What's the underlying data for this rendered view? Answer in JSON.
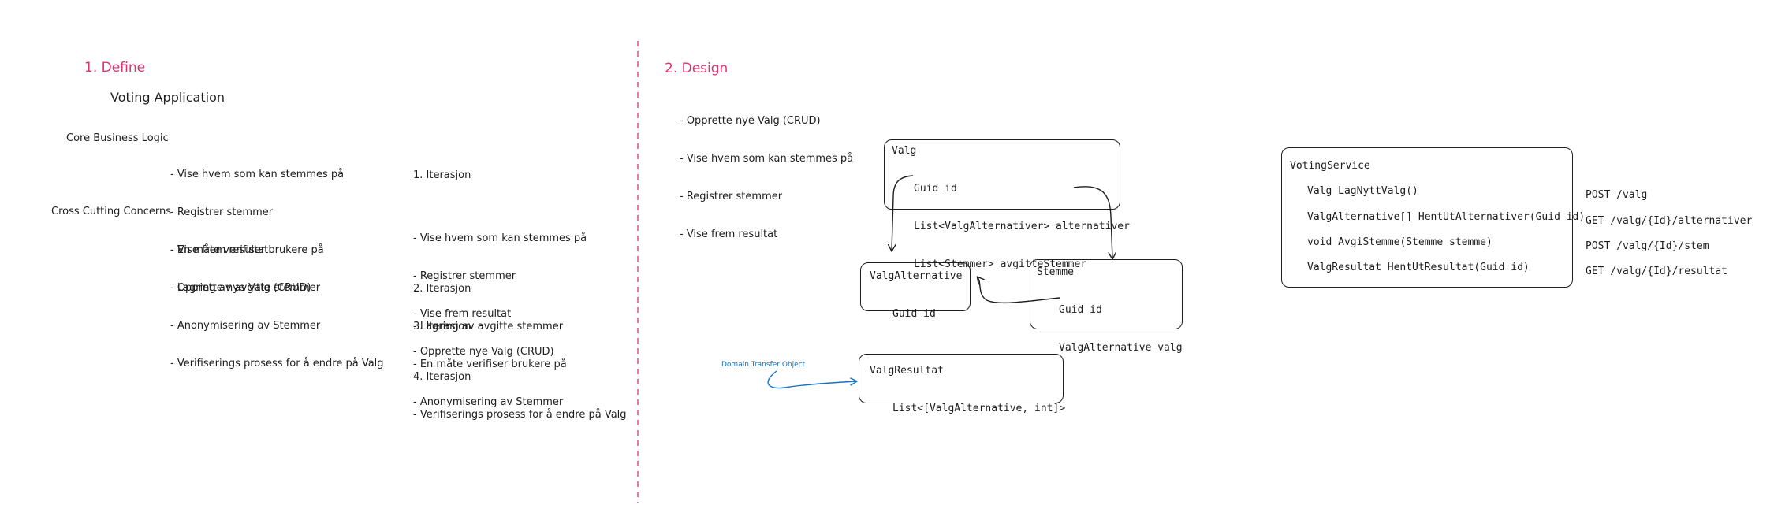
{
  "define": {
    "heading": "1. Define",
    "app_title": "Voting Application",
    "core_label": "Core Business Logic",
    "core_items": [
      "- Vise hvem som kan stemmes på",
      "- Registrer stemmer",
      "- Vise frem resultat",
      "- Opprette nye Valg (CRUD)"
    ],
    "cross_label": "Cross Cutting Concerns",
    "cross_items": [
      "- En måte verifiser brukere på",
      "- Lagring av avgitte stemmer",
      "- Anonymisering av Stemmer",
      "- Verifiserings prosess for å endre på Valg"
    ],
    "iterations": [
      {
        "title": "1. Iterasjon",
        "items": [
          "",
          "- Vise hvem som kan stemmes på",
          "- Registrer stemmer",
          "- Vise frem resultat",
          "- Opprette nye Valg (CRUD)"
        ]
      },
      {
        "title": "2. Iterasjon",
        "items": [
          "- Lagring av avgitte stemmer"
        ]
      },
      {
        "title": "3. Iterasjon",
        "items": [
          "- En måte verifiser brukere på",
          "- Anonymisering av Stemmer"
        ]
      },
      {
        "title": "4. Iterasjon",
        "items": [
          "- Verifiserings prosess for å endre på Valg"
        ]
      }
    ]
  },
  "design": {
    "heading": "2. Design",
    "items": [
      "- Opprette nye Valg (CRUD)",
      "- Vise hvem som kan stemmes på",
      "- Registrer stemmer",
      "- Vise frem resultat"
    ],
    "valg": {
      "title": "Valg",
      "fields": [
        "Guid id",
        "List<ValgAlternativer> alternativer",
        "List<Stemmer> avgitteStemmer"
      ]
    },
    "valg_alternative": {
      "title": "ValgAlternative",
      "fields": [
        "Guid id"
      ]
    },
    "stemme": {
      "title": "Stemme",
      "fields": [
        "Guid id",
        "ValgAlternative valg"
      ]
    },
    "valg_resultat": {
      "title": "ValgResultat",
      "fields": [
        "List<[ValgAlternative, int]>"
      ]
    },
    "dto_note": "Domain Transfer Object",
    "service": {
      "title": "VotingService",
      "methods": [
        "Valg LagNyttValg()",
        "ValgAlternative[] HentUtAlternativer(Guid id)",
        "void AvgiStemme(Stemme stemme)",
        "ValgResultat HentUtResultat(Guid id)"
      ],
      "endpoints": [
        "POST /valg",
        "GET /valg/{Id}/alternativer",
        "POST /valg/{Id}/stem",
        "GET /valg/{Id}/resultat"
      ]
    }
  },
  "colors": {
    "heading": "#e03170",
    "divider": "#e03170",
    "note": "#1971c2",
    "stroke": "#1e1e1e"
  }
}
